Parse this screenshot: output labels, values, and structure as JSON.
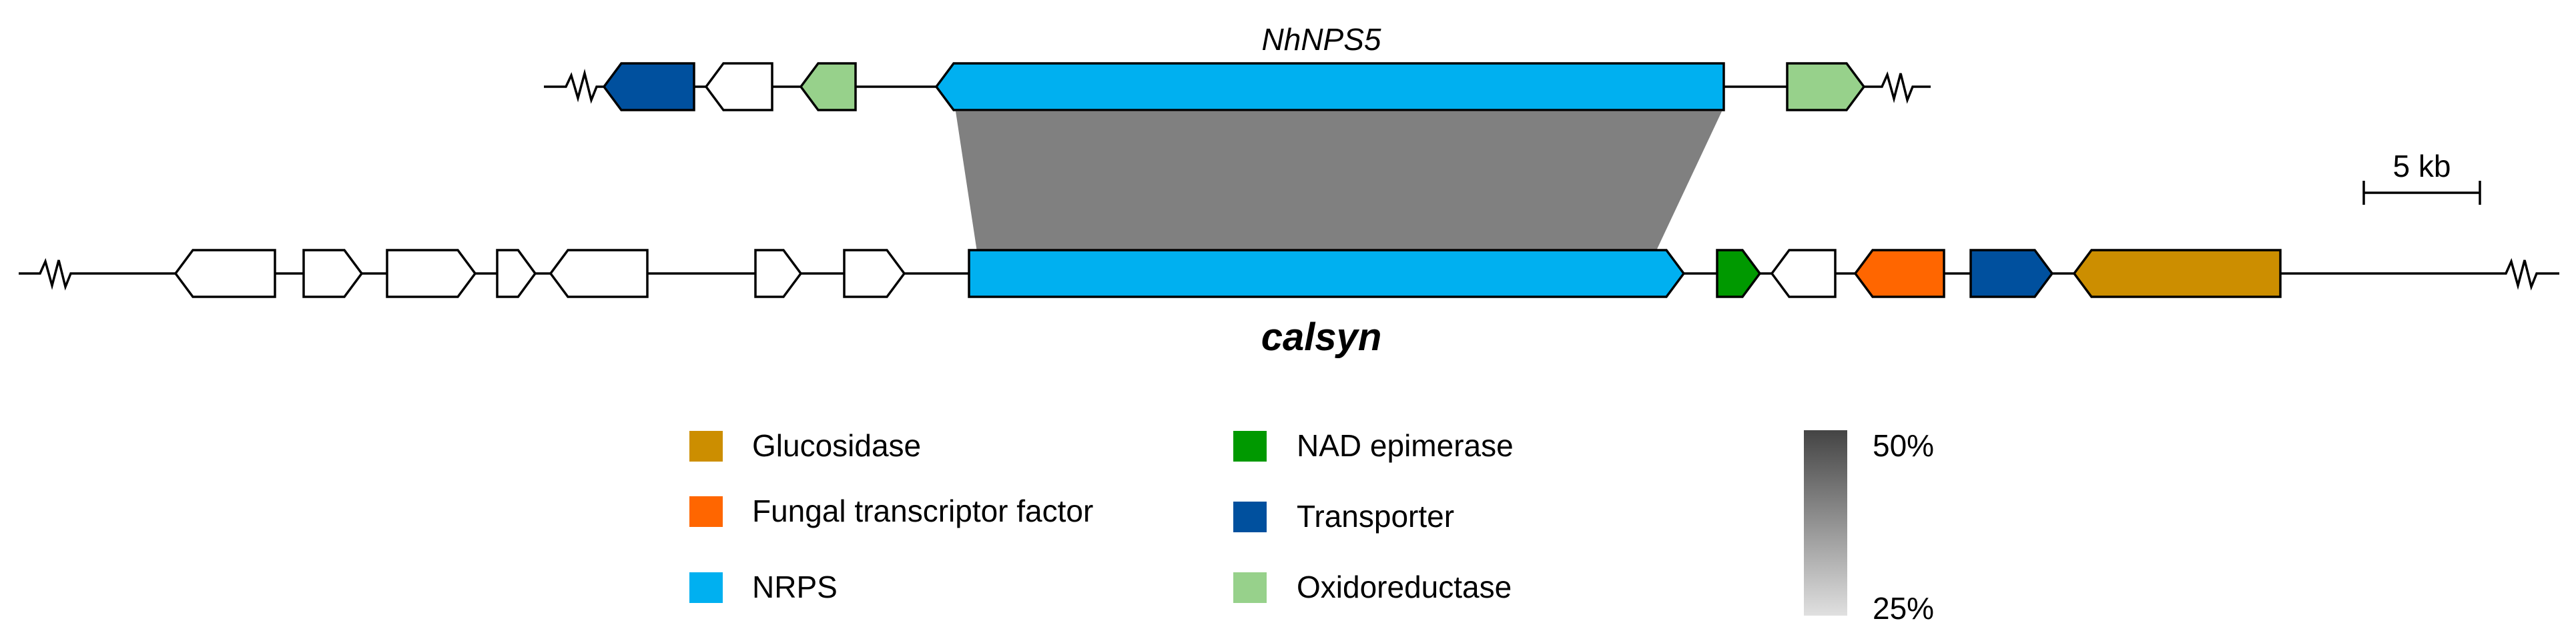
{
  "colors": {
    "glucosidase": "#CC8E00",
    "fungal_tf": "#FF6600",
    "nrps": "#00B0F0",
    "nad_epimerase": "#009900",
    "transporter": "#00509E",
    "oxidoreductase": "#97D18B",
    "unknown": "#FFFFFF",
    "identity_high": "#444444",
    "identity_low": "#E0E0E0",
    "identity_band": "#808080"
  },
  "clusters": {
    "top": {
      "label": "NhNPS5",
      "genes": [
        {
          "start": 905,
          "end": 1040,
          "dir": "-",
          "type": "transporter"
        },
        {
          "start": 1058,
          "end": 1157,
          "dir": "-",
          "type": "unknown"
        },
        {
          "start": 1200,
          "end": 1282,
          "dir": "-",
          "type": "oxidoreductase"
        },
        {
          "start": 1403,
          "end": 2583,
          "dir": "-",
          "type": "nrps"
        },
        {
          "start": 2678,
          "end": 2793,
          "dir": "+",
          "type": "oxidoreductase"
        }
      ]
    },
    "bottom": {
      "label": "calsyn",
      "genes": [
        {
          "start": 263,
          "end": 412,
          "dir": "-",
          "type": "unknown"
        },
        {
          "start": 455,
          "end": 542,
          "dir": "+",
          "type": "unknown"
        },
        {
          "start": 580,
          "end": 712,
          "dir": "+",
          "type": "unknown"
        },
        {
          "start": 745,
          "end": 802,
          "dir": "+",
          "type": "unknown"
        },
        {
          "start": 825,
          "end": 970,
          "dir": "-",
          "type": "unknown"
        },
        {
          "start": 1132,
          "end": 1200,
          "dir": "+",
          "type": "unknown"
        },
        {
          "start": 1265,
          "end": 1355,
          "dir": "+",
          "type": "unknown"
        },
        {
          "start": 1452,
          "end": 2523,
          "dir": "+",
          "type": "nrps"
        },
        {
          "start": 2573,
          "end": 2637,
          "dir": "+",
          "type": "nad_epimerase"
        },
        {
          "start": 2655,
          "end": 2750,
          "dir": "-",
          "type": "unknown"
        },
        {
          "start": 2780,
          "end": 2913,
          "dir": "-",
          "type": "fungal_tf"
        },
        {
          "start": 2953,
          "end": 3075,
          "dir": "+",
          "type": "transporter"
        },
        {
          "start": 3108,
          "end": 3417,
          "dir": "-",
          "type": "glucosidase"
        }
      ]
    }
  },
  "scale_bar": {
    "label": "5 kb"
  },
  "legend": [
    {
      "label": "Glucosidase",
      "type": "glucosidase"
    },
    {
      "label": "Fungal transcriptor factor",
      "type": "fungal_tf"
    },
    {
      "label": "NRPS",
      "type": "nrps"
    },
    {
      "label": "NAD epimerase",
      "type": "nad_epimerase"
    },
    {
      "label": "Transporter",
      "type": "transporter"
    },
    {
      "label": "Oxidoreductase",
      "type": "oxidoreductase"
    }
  ],
  "identity_scale": {
    "max_label": "50%",
    "min_label": "25%"
  }
}
